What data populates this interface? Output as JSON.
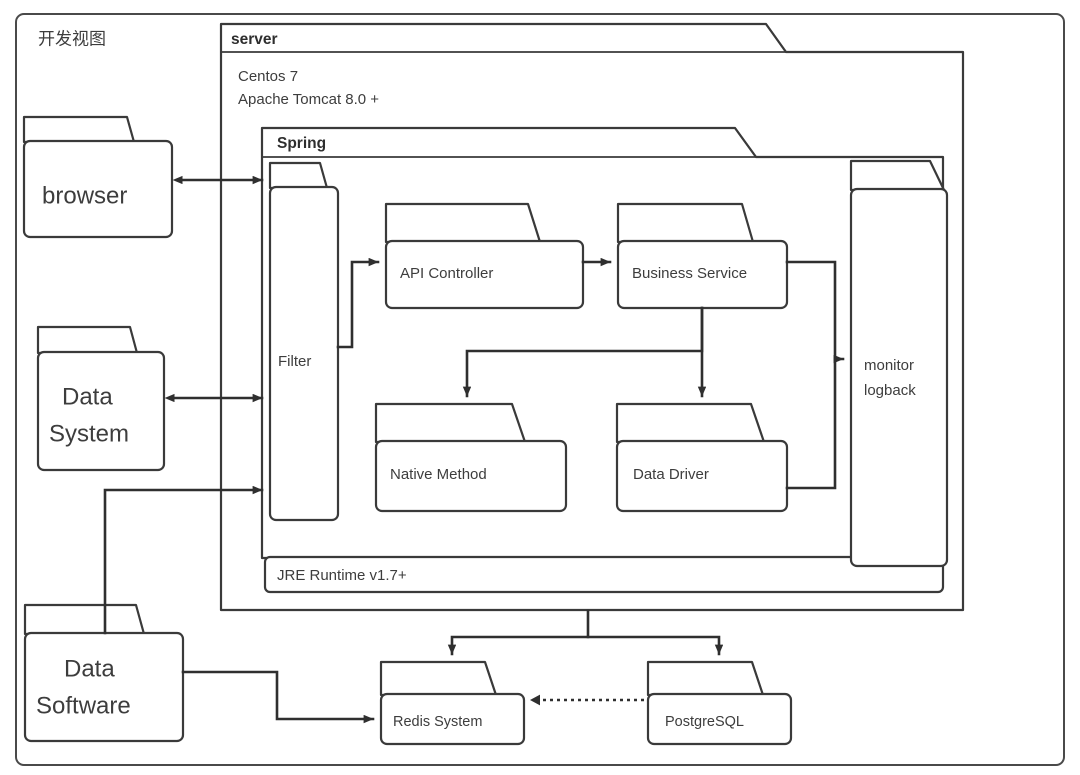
{
  "diagram": {
    "title": "开发视图",
    "type": "architecture-package-diagram",
    "frame": {
      "label": "开发视图"
    },
    "packages": {
      "server": {
        "header": "server",
        "lines": [
          "Centos 7",
          "Apache Tomcat 8.0 +"
        ],
        "line1": "Centos 7",
        "line2": "Apache Tomcat 8.0 +"
      },
      "spring": {
        "header": "Spring"
      }
    },
    "nodes": {
      "browser": {
        "label": "browser"
      },
      "data_system": {
        "label": "Data\nSystem",
        "line1": "Data",
        "line2": "System"
      },
      "data_software": {
        "label": "Data\nSoftware",
        "line1": "Data",
        "line2": "Software"
      },
      "filter": {
        "label": "Filter"
      },
      "api_controller": {
        "label": "API Controller"
      },
      "business_service": {
        "label": "Business Service"
      },
      "native_method": {
        "label": "Native Method"
      },
      "data_driver": {
        "label": "Data Driver"
      },
      "monitor": {
        "label": "monitor\nlogback",
        "line1": "monitor",
        "line2": "logback"
      },
      "jre": {
        "label": "JRE Runtime v1.7+"
      },
      "redis": {
        "label": "Redis System"
      },
      "postgresql": {
        "label": "PostgreSQL"
      }
    },
    "edges": [
      {
        "from": "browser",
        "to": "filter",
        "style": "bidirectional"
      },
      {
        "from": "data_system",
        "to": "filter",
        "style": "bidirectional"
      },
      {
        "from": "data_software",
        "to": "filter",
        "style": "arrow"
      },
      {
        "from": "filter",
        "to": "api_controller",
        "style": "arrow"
      },
      {
        "from": "api_controller",
        "to": "business_service",
        "style": "arrow"
      },
      {
        "from": "business_service",
        "to": "native_method",
        "style": "arrow"
      },
      {
        "from": "business_service",
        "to": "data_driver",
        "style": "arrow"
      },
      {
        "from": "business_service",
        "to": "monitor",
        "style": "arrow"
      },
      {
        "from": "data_driver",
        "to": "monitor",
        "style": "arrow"
      },
      {
        "from": "server",
        "to": "redis",
        "style": "arrow"
      },
      {
        "from": "server",
        "to": "postgresql",
        "style": "arrow"
      },
      {
        "from": "data_software",
        "to": "redis",
        "style": "arrow"
      },
      {
        "from": "postgresql",
        "to": "redis",
        "style": "dotted-arrow"
      }
    ],
    "colors": {
      "stroke": "#3a3a3a",
      "connector": "#2f2f2f",
      "text": "#3d3d3d",
      "background": "#ffffff"
    }
  }
}
